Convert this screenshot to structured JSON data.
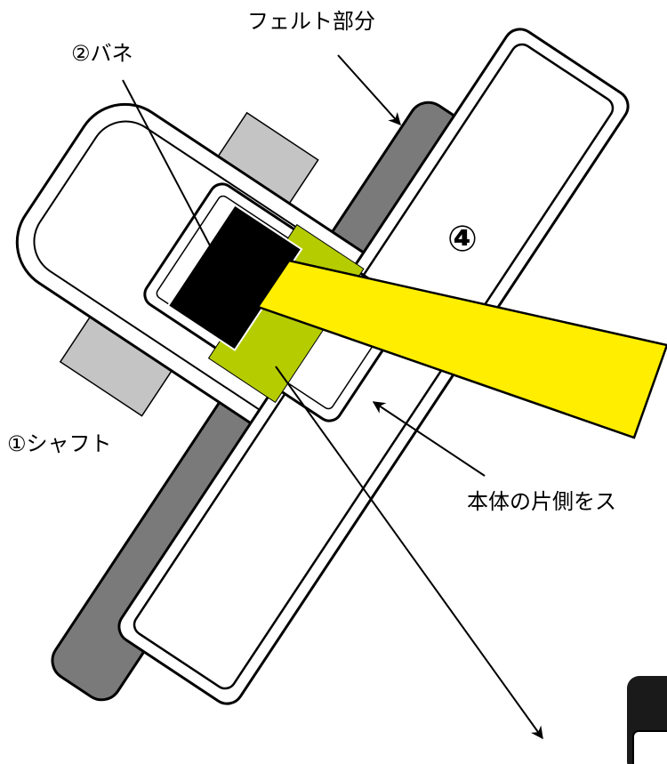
{
  "labels": {
    "felt": "フェルト部分",
    "spring": "②バネ",
    "shaft": "①シャフト",
    "number4": "④",
    "body_side": "本体の片側をス"
  },
  "colors": {
    "felt_strip": "#7a7a7a",
    "shaft_blocks": "#c4c4c4",
    "spring_block": "#000000",
    "green_pad": "#b5cc00",
    "yellow_bar": "#ffee00",
    "outline": "#000000",
    "background": "#ffffff"
  }
}
